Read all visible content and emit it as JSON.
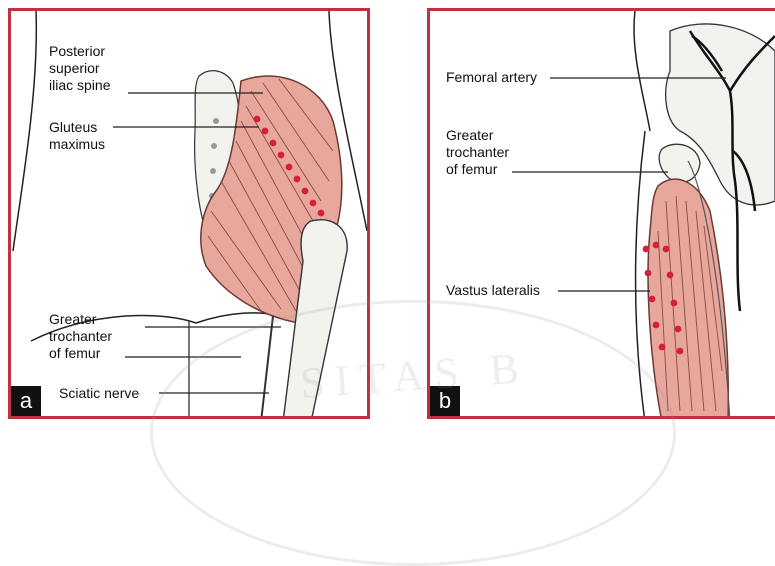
{
  "panel_a": {
    "badge": "a",
    "labels": {
      "psis": [
        "Posterior",
        "superior",
        "iliac spine"
      ],
      "gluteus": [
        "Gluteus",
        "maximus"
      ],
      "trochanter": [
        "Greater",
        "trochanter",
        "of femur"
      ],
      "sciatic": "Sciatic nerve"
    }
  },
  "panel_b": {
    "badge": "b",
    "labels": {
      "femoral": "Femoral artery",
      "trochanter": [
        "Greater",
        "trochanter",
        "of femur"
      ],
      "vastus": "Vastus lateralis"
    }
  },
  "watermark": "SITAS B",
  "colors": {
    "frame": "#c0323f",
    "muscle": "#e8a79c",
    "dot": "#d61f3a",
    "badge": "#111111"
  }
}
